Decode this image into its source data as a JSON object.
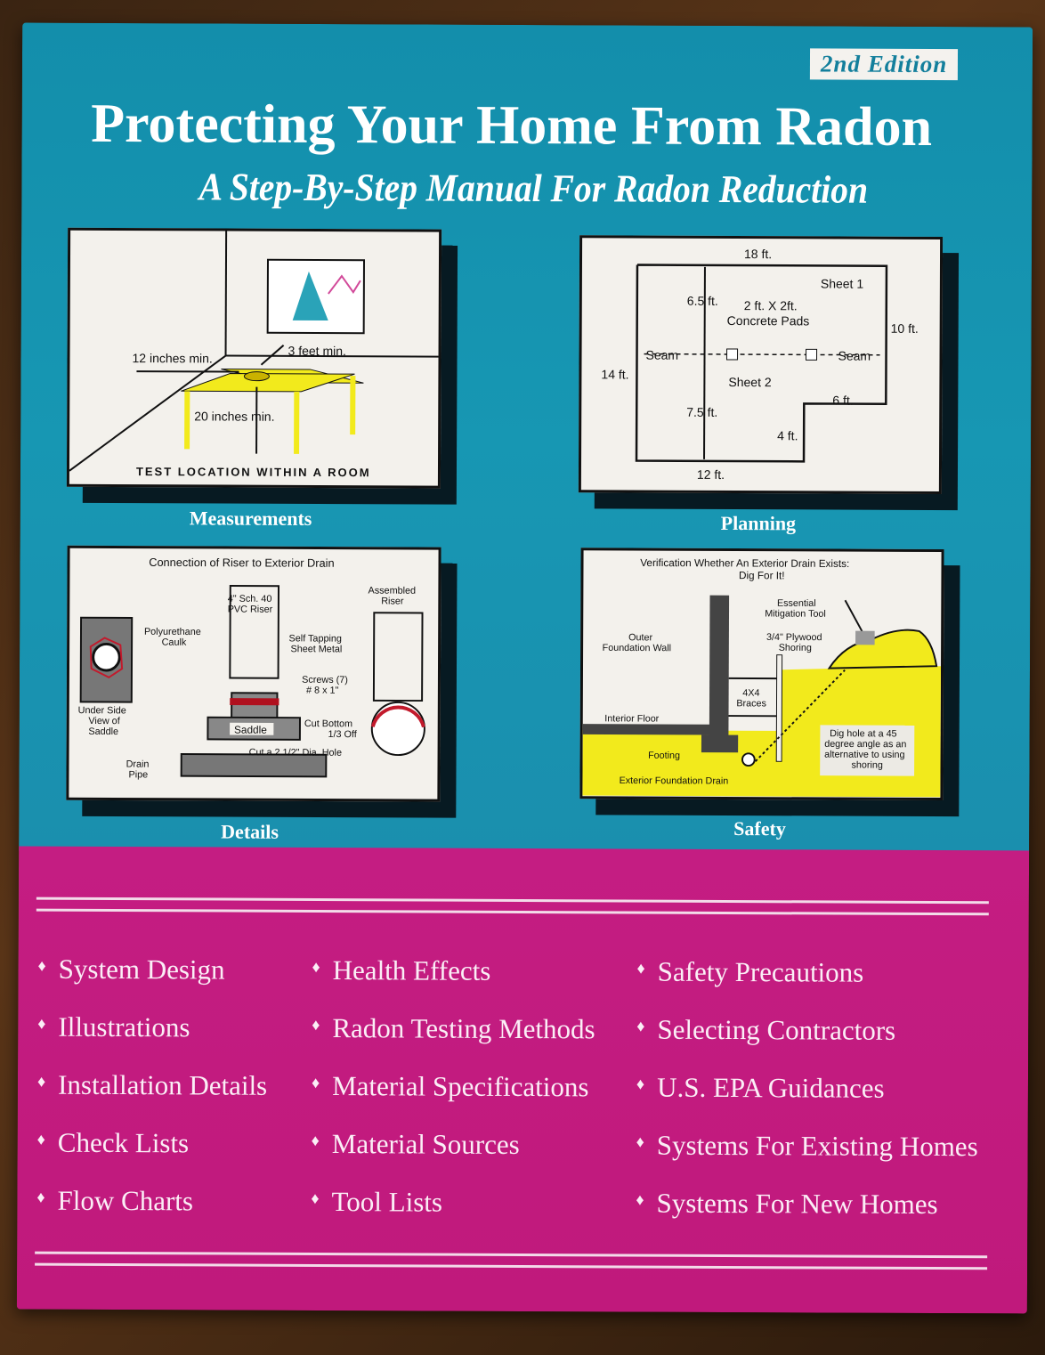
{
  "edition": "2nd Edition",
  "title": "Protecting Your Home From Radon",
  "subtitle": "A Step-By-Step Manual For Radon Reduction",
  "panels": {
    "measurements": {
      "caption": "Measurements",
      "labels": {
        "side": "12 inches min.",
        "above": "3 feet min.",
        "floor": "20 inches min.",
        "footer": "TEST LOCATION WITHIN A ROOM"
      }
    },
    "planning": {
      "caption": "Planning",
      "labels": {
        "top": "18 ft.",
        "sheet1": "Sheet 1",
        "up": "6.5 ft.",
        "pads1": "2 ft. X 2ft.",
        "pads2": "Concrete Pads",
        "right": "10 ft.",
        "seam_left": "Seam",
        "seam_right": "Seam",
        "left": "14 ft.",
        "sheet2": "Sheet 2",
        "down": "7.5 ft.",
        "step_h": "6 ft.",
        "step_v": "4 ft.",
        "bottom": "12 ft."
      }
    },
    "details": {
      "caption": "Details",
      "labels": {
        "heading": "Connection of Riser to Exterior Drain",
        "riser1": "4\" Sch. 40",
        "riser2": "PVC Riser",
        "assembled1": "Assembled",
        "assembled2": "Riser",
        "caulk1": "Polyurethane",
        "caulk2": "Caulk",
        "self1": "Self Tapping",
        "self2": "Sheet Metal",
        "screws1": "Screws (7)",
        "screws2": "# 8 x 1\"",
        "under1": "Under Side",
        "under2": "View of",
        "under3": "Saddle",
        "saddle": "Saddle",
        "cut1": "Cut Bottom",
        "cut2": "1/3 Off",
        "hole": "Cut a 2 1/2\" Dia. Hole",
        "drain1": "Drain",
        "drain2": "Pipe"
      }
    },
    "safety": {
      "caption": "Safety",
      "labels": {
        "heading1": "Verification Whether An Exterior Drain Exists:",
        "heading2": "Dig For It!",
        "tool1": "Essential",
        "tool2": "Mitigation Tool",
        "wall1": "Outer",
        "wall2": "Foundation Wall",
        "ply1": "3/4\" Plywood",
        "ply2": "Shoring",
        "braces1": "4X4",
        "braces2": "Braces",
        "floor": "Interior Floor",
        "footing": "Footing",
        "drain": "Exterior Foundation Drain",
        "dig1": "Dig hole at a 45",
        "dig2": "degree angle as an",
        "dig3": "alternative to using",
        "dig4": "shoring"
      }
    }
  },
  "topics": {
    "col1": [
      "System Design",
      "Illustrations",
      "Installation Details",
      "Check Lists",
      "Flow Charts"
    ],
    "col2": [
      "Health Effects",
      "Radon Testing Methods",
      "Material Specifications",
      "Material Sources",
      "Tool Lists"
    ],
    "col3": [
      "Safety Precautions",
      "Selecting Contractors",
      "U.S. EPA Guidances",
      "Systems For Existing Homes",
      "Systems For New Homes"
    ]
  },
  "colors": {
    "teal": "#1797b3",
    "magenta": "#c0197c",
    "yellow": "#f2ea1c"
  }
}
